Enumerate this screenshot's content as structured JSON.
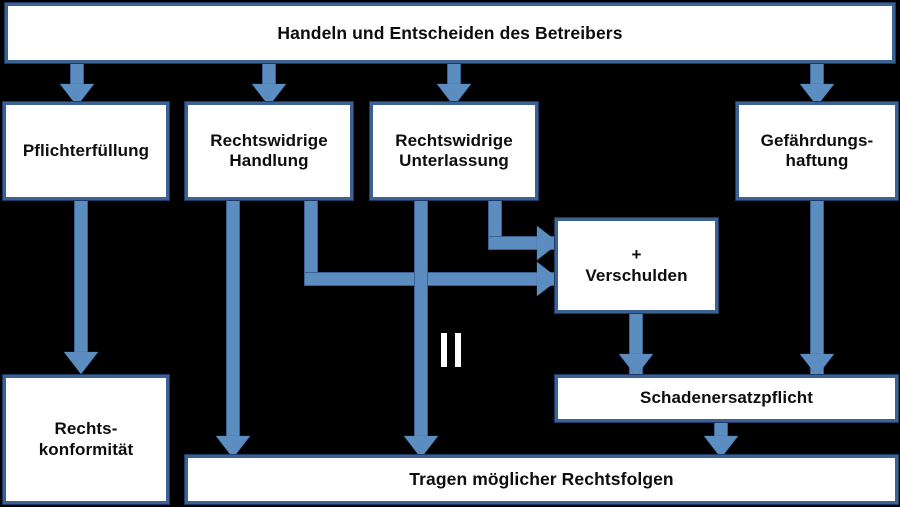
{
  "diagram": {
    "title": "Handeln und Entscheiden des Betreibers",
    "language": "de",
    "background_color": "#000000",
    "box_fill": "#FFFFFF",
    "box_border": "#3B6293",
    "box_border_outer": "#1F3864",
    "connector_color": "#5B8DC0",
    "connector_outline": "#3B6293",
    "text_color": "#0D0D0D",
    "nodes": {
      "root": "Handeln und Entscheiden des Betreibers",
      "pflichterfuellung": "Pflichterfüllung",
      "rechtswidrige_handlung": "Rechtswidrige\nHandlung",
      "rechtswidrige_unterlassung": "Rechtswidrige\nUnterlassung",
      "gefaehrdungshaftung": "Gefährdungs-\nhaftung",
      "verschulden": "+\nVerschulden",
      "rechtskonformitaet": "Rechts-\nkonformität",
      "schadenersatzpflicht": "Schadenersatzpflicht",
      "rechtsfolgen": "Tragen möglicher  Rechtsfolgen"
    },
    "marks": {
      "pause_symbol": "||"
    }
  }
}
